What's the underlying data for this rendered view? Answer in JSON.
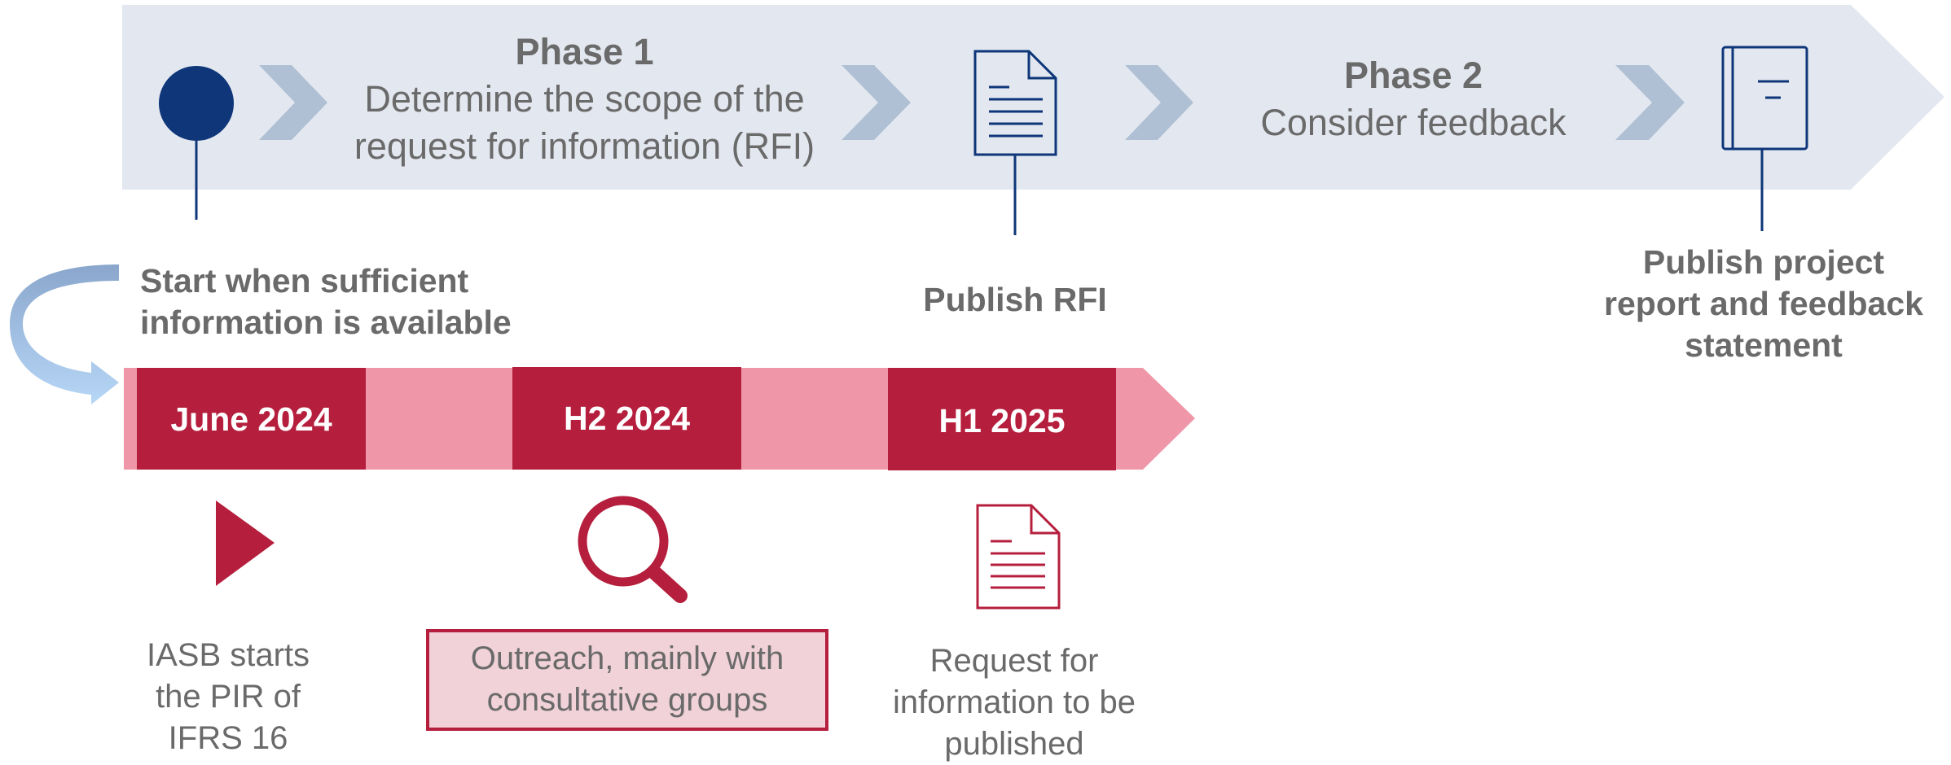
{
  "colors": {
    "phase_band": "#e3e8f0",
    "chevron": "#b0c0d4",
    "navy": "#0e3679",
    "timeline_band": "#ef97a8",
    "date_box": "#b51f3d",
    "outreach_fill": "#f1d2d9",
    "text_gray": "#6a6a6a"
  },
  "phases": [
    {
      "title": "Phase 1",
      "desc_line1": "Determine the scope of the",
      "desc_line2": "request for information (RFI)"
    },
    {
      "title": "Phase 2",
      "desc_line1": "Consider feedback"
    }
  ],
  "milestones": {
    "start": {
      "line1": "Start when sufficient",
      "line2": "information is available"
    },
    "rfi": {
      "label": "Publish RFI"
    },
    "report": {
      "line1": "Publish project",
      "line2": "report and feedback",
      "line3": "statement"
    }
  },
  "timeline": [
    {
      "label": "June 2024",
      "icon": "play-icon",
      "note_lines": [
        "IASB starts",
        "the PIR of",
        "IFRS 16"
      ]
    },
    {
      "label": "H2 2024",
      "icon": "magnifier-icon",
      "note_lines": [
        "Outreach, mainly with",
        "consultative groups"
      ]
    },
    {
      "label": "H1 2025",
      "icon": "document-icon",
      "note_lines": [
        "Request for",
        "information to be",
        "published"
      ]
    }
  ]
}
